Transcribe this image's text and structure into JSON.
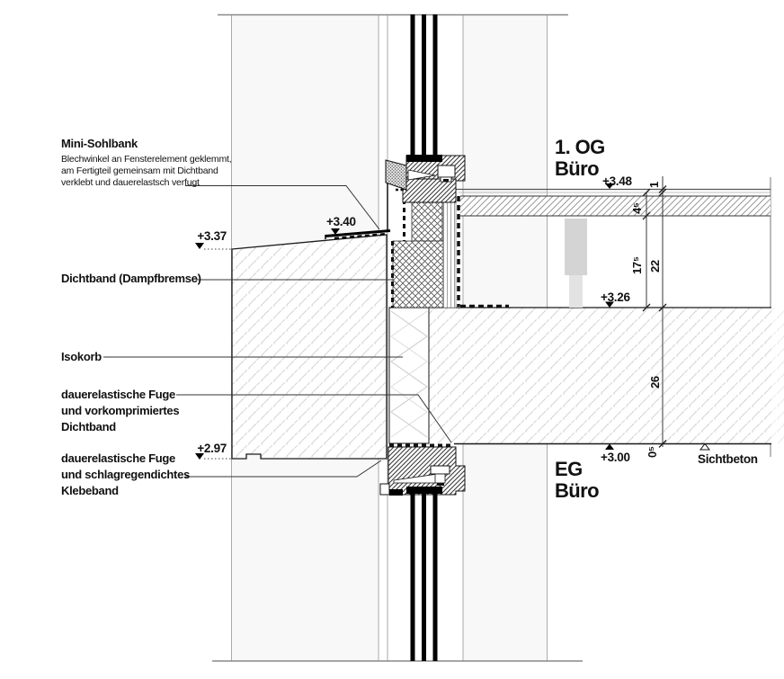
{
  "colors": {
    "line": "#1a1a1a",
    "gray_line": "#aaaaaa",
    "band": "#f8f8f8",
    "concrete_hatch": "#d4d4d4",
    "frame_hatch": "#3a3a3a",
    "text": "#111111"
  },
  "labels": {
    "mini_sohlbank": {
      "title": "Mini-Sohlbank",
      "desc1": "Blechwinkel an Fensterelement geklemmt,",
      "desc2": "am Fertigteil gemeinsam mit Dichtband",
      "desc3": "verklebt und dauerelastsch verfugt"
    },
    "dichtband": "Dichtband (Dampfbremse)",
    "isokorb": "Isokorb",
    "fuge_vorkomprimiert": {
      "l1": "dauerelastische Fuge",
      "l2": "und vorkomprimiertes",
      "l3": "Dichtband"
    },
    "fuge_schlagregen": {
      "l1": "dauerelastische Fuge",
      "l2": "und schlagregendichtes",
      "l3": "Klebeband"
    },
    "sichtbeton": "Sichtbeton"
  },
  "rooms": {
    "og_floor": "1. OG",
    "og_use": "Büro",
    "eg_floor": "EG",
    "eg_use": "Büro"
  },
  "elevations": {
    "sill_left": "+3.37",
    "sill_right": "+3.40",
    "floor_og": "+3.48",
    "slab_top": "+3.26",
    "panel_bottom": "+2.97",
    "slab_bottom": "+3.00"
  },
  "dimensions": {
    "covering": "1",
    "screed": "4⁵",
    "cavity": "17⁵",
    "buildup": "22",
    "slab": "26",
    "offset": "0⁵"
  }
}
